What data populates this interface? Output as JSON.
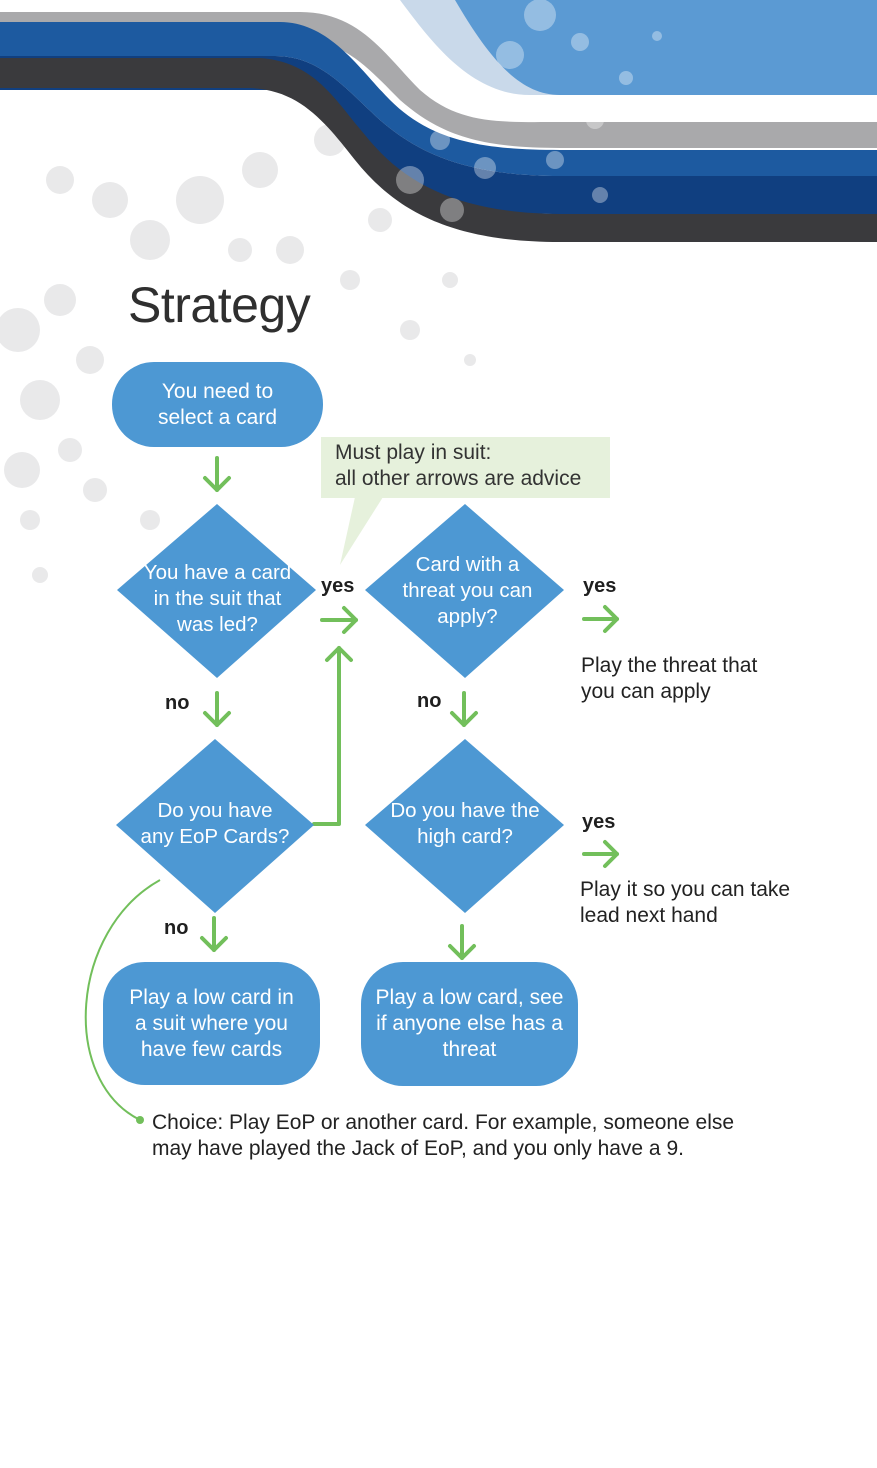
{
  "title": "Strategy",
  "colors": {
    "node_blue": "#4d98d3",
    "arrow_green": "#72bf5b",
    "callout_bg": "#e6f1dc",
    "band_blue": "#1d5aa0",
    "band_dark": "#3a3a3d",
    "band_gray": "#a9a9ab"
  },
  "nodes": {
    "start": "You need to select a card",
    "q_suit": "You have a card in the suit that was led?",
    "q_threat": "Card with a threat you can apply?",
    "q_eop": "Do you have any EoP Cards?",
    "q_high": "Do you have the high card?",
    "end_low_suit": "Play a low card in a suit where you have few cards",
    "end_low_threat": "Play a low card, see if anyone else has a threat"
  },
  "callout": {
    "line1": "Must play in suit:",
    "line2": "all other arrows are advice"
  },
  "labels": {
    "yes": "yes",
    "no": "no"
  },
  "results": {
    "threat": "Play the threat that you can apply",
    "high": "Play it so you can take lead next hand"
  },
  "note": {
    "line1": "Choice: Play EoP or another card. For example, someone else",
    "line2": "may have played the Jack of EoP, and you only have a 9."
  }
}
